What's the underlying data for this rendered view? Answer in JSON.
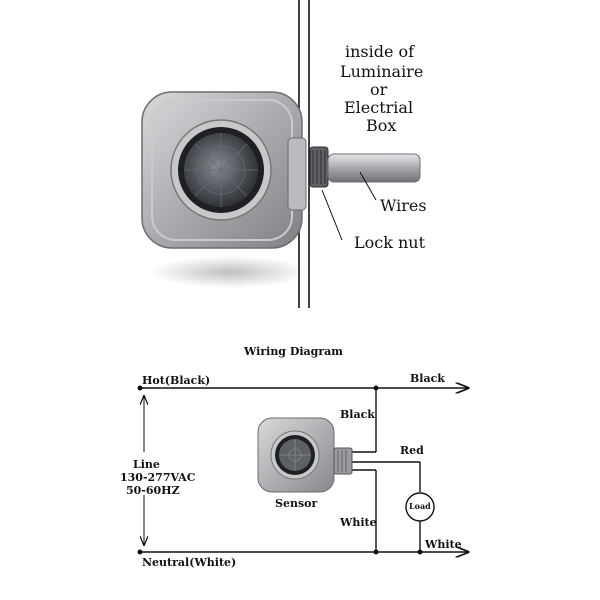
{
  "top_labels": {
    "inside_line1": "inside of",
    "inside_line2": "Luminaire",
    "inside_line3": "or",
    "inside_line4": "Electrial",
    "inside_line5": "Box",
    "wires": "Wires",
    "lock_nut": "Lock nut"
  },
  "wiring": {
    "title": "Wiring Diagram",
    "hot": "Hot(Black)",
    "black_right": "Black",
    "black_sensor": "Black",
    "red": "Red",
    "line1": "Line",
    "line2": "130-277VAC",
    "line3": "50-60HZ",
    "sensor": "Sensor",
    "white_sensor": "White",
    "white_right": "White",
    "neutral": "Neutral(White)",
    "load": "Load"
  }
}
